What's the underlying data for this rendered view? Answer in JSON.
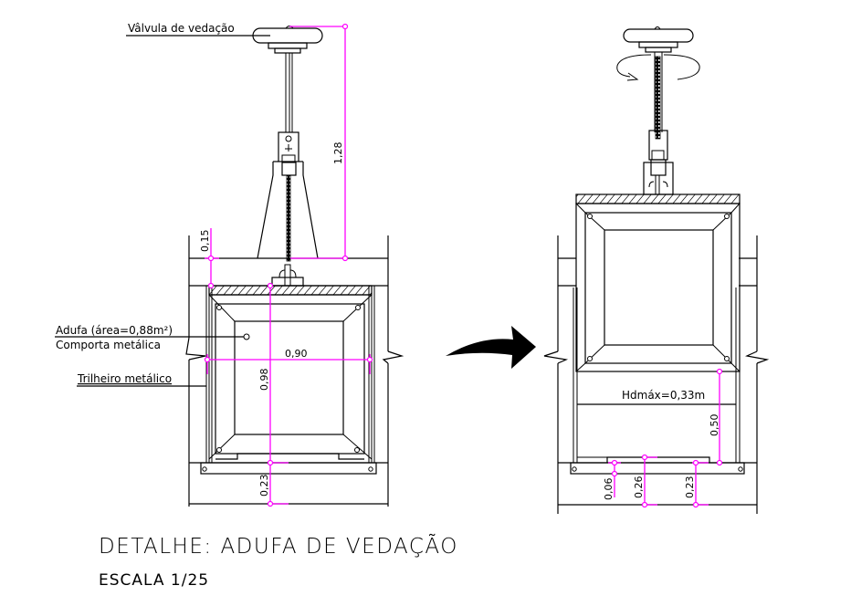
{
  "drawing": {
    "title": "DETALHE: ADUFA DE VEDAÇÃO",
    "scale": "ESCALA 1/25",
    "colors": {
      "line": "#000000",
      "dimension": "#ff00ff",
      "background": "#ffffff"
    }
  },
  "left_view": {
    "state": "closed",
    "labels": {
      "valve": "Vâlvula de vedação",
      "gate_area": "Adufa (área=0,88m²)",
      "gate_type": "Comporta metálica",
      "rail": "Trilheiro metálico"
    },
    "dimensions": {
      "stem_height": "1,28",
      "top_offset": "0,15",
      "gate_width": "0,90",
      "gate_height": "0,98",
      "bottom_offset": "0,23"
    }
  },
  "transition_arrow": {
    "icon": "curved-arrow-right-icon"
  },
  "right_view": {
    "state": "open",
    "rotation_icon": "rotation-arrow-icon",
    "labels": {
      "max_head": "Hdmáx=0,33m"
    },
    "dimensions": {
      "opening_height": "0,50",
      "sill_offset": "0,06",
      "sill_depth": "0,26",
      "bottom_offset": "0,23"
    }
  }
}
